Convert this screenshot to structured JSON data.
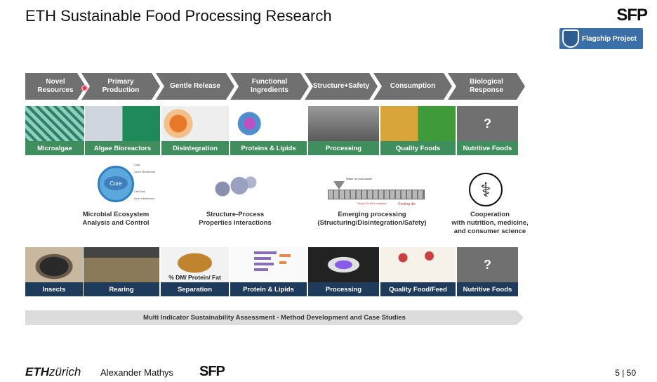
{
  "header": {
    "title": "ETH Sustainable Food Processing Research",
    "logo_text": "SFP",
    "badge": "Flagship Project"
  },
  "value_chain": [
    "Novel Resources",
    "Primary Production",
    "Gentle Release",
    "Functional Ingredients",
    "Structure+Safety",
    "Consumption",
    "Biological Response"
  ],
  "row1": [
    {
      "label": "Microalgae"
    },
    {
      "label": "Algae Bioreactors"
    },
    {
      "label": "Disintegration"
    },
    {
      "label": "Proteins & Lipids"
    },
    {
      "label": "Processing"
    },
    {
      "label": "Quality Foods"
    },
    {
      "label": "Nutritive Foods",
      "symbol": "?"
    }
  ],
  "middle": {
    "cell_core": "Core",
    "cell_annotations": [
      "Coat",
      "Outer Membrane",
      "Cell Wall",
      "Inner Membrane"
    ],
    "extruder_notes": [
      "Water for formulation",
      "Cooling die",
      "Slurry 50-65% moisture"
    ],
    "labels": [
      "Microbial Ecosystem\nAnalysis and Control",
      "Structure-Process\nProperties Interactions",
      "Emerging processing\n(Structuring/Disintegration/Safety)",
      "Cooperation\nwith nutrition, medicine,\nand consumer science"
    ]
  },
  "row2": [
    {
      "label": "Insects"
    },
    {
      "label": "Rearing"
    },
    {
      "label": "Separation",
      "overlay": "% DM/ Protein/ Fat"
    },
    {
      "label": "Protein & Lipids"
    },
    {
      "label": "Processing"
    },
    {
      "label": "Quality Food/Feed"
    },
    {
      "label": "Nutritive Foods",
      "symbol": "?"
    }
  ],
  "bottom_bar": "Multi Indicator Sustainability Assessment - Method Development and Case Studies",
  "footer": {
    "eth_bold": "ETH",
    "eth_light": "zürich",
    "author": "Alexander Mathys",
    "sfp": "SFP",
    "page": "5 | 50"
  },
  "colors": {
    "chevron": "#707070",
    "green_label": "#3f8f5e",
    "navy_label": "#1f3b5c",
    "bar": "#dcdcdc",
    "badge": "#3a6fa8"
  }
}
